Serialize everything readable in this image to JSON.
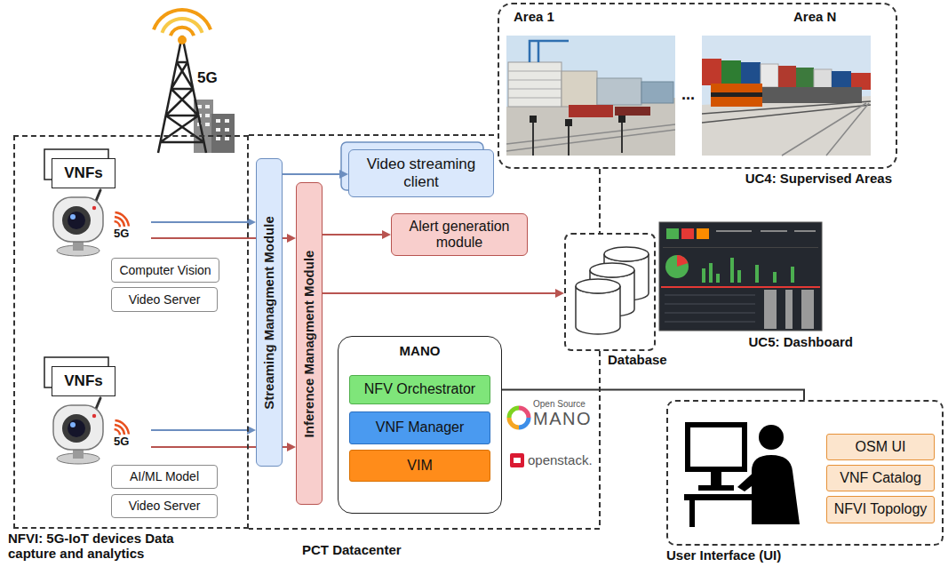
{
  "diagram": {
    "nodes": [
      {
        "text": [
          "UC4: Supervised Areas"
        ]
      },
      {
        "text": [
          "Area 1"
        ],
        "in": 0
      },
      {
        "text": [
          "Area N"
        ],
        "in": 0
      },
      {
        "text": [
          "NFVI: 5G-IoT devices Data capture and analytics"
        ]
      },
      {
        "text": [
          "VNFs"
        ],
        "in": 3
      },
      {
        "text": [
          "5G"
        ],
        "in": 3
      },
      {
        "text": [
          "Computer Vision"
        ],
        "in": 3
      },
      {
        "text": [
          "Video Server"
        ],
        "in": 3
      },
      {
        "text": [
          "VNFs"
        ],
        "in": 3
      },
      {
        "text": [
          "5G"
        ],
        "in": 3
      },
      {
        "text": [
          "AI/ML Model"
        ],
        "in": 3
      },
      {
        "text": [
          "Video Server"
        ],
        "in": 3
      },
      {
        "text": [
          "PCT Datacenter"
        ]
      },
      {
        "text": [
          "Streaming Managment Module"
        ],
        "in": 12
      },
      {
        "text": [
          "Inference Managment Module"
        ],
        "in": 12
      },
      {
        "text": [
          "Video streaming client"
        ],
        "in": 12
      },
      {
        "text": [
          "Alert generation module"
        ],
        "in": 12
      },
      {
        "text": [
          "MANO"
        ],
        "in": 12
      },
      {
        "text": [
          "NFV Orchestrator"
        ],
        "in": 17
      },
      {
        "text": [
          "VNF Manager"
        ],
        "in": 17
      },
      {
        "text": [
          "VIM"
        ],
        "in": 17
      },
      {
        "text": [
          "Database"
        ]
      },
      {
        "text": [
          "UC5: Dashboard"
        ]
      },
      {
        "text": [
          "User Interface (UI)"
        ]
      },
      {
        "text": [
          "OSM UI"
        ],
        "in": 23
      },
      {
        "text": [
          "VNF Catalog"
        ],
        "in": 23
      },
      {
        "text": [
          "NFVI Topology"
        ],
        "in": 23
      }
    ],
    "edges": [
      {
        "from": 5,
        "to": 13,
        "arrow": "to"
      },
      {
        "from": 5,
        "to": 14,
        "arrow": "to"
      },
      {
        "from": 9,
        "to": 13,
        "arrow": "to"
      },
      {
        "from": 9,
        "to": 14,
        "arrow": "to"
      },
      {
        "from": 13,
        "to": 15,
        "arrow": "to"
      },
      {
        "from": 14,
        "to": 16,
        "arrow": "to"
      },
      {
        "from": 14,
        "to": 21,
        "arrow": "to"
      },
      {
        "from": 23,
        "to": 18,
        "arrow": "to"
      }
    ],
    "labels": [
      "5G",
      "...",
      "Open Source",
      "MANO",
      "openstack."
    ]
  }
}
